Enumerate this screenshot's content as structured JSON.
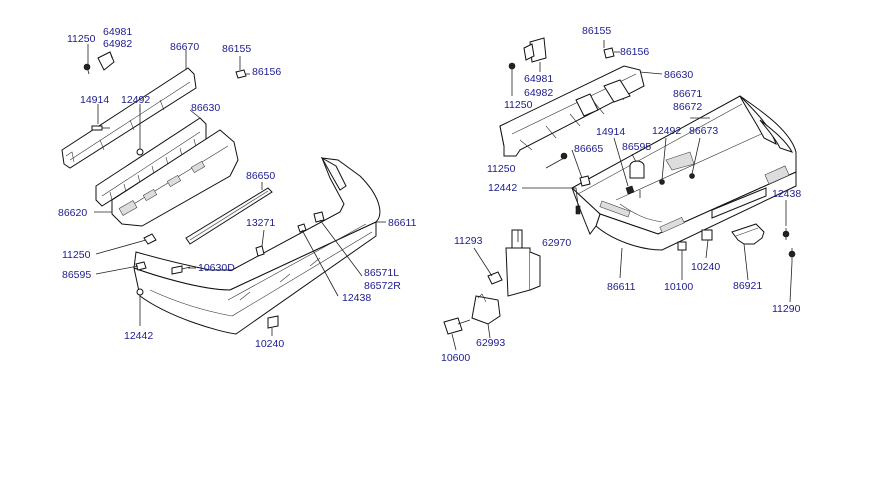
{
  "labels": {
    "l_11250_a": "11250",
    "l_64981_a": "64981",
    "l_64982_a": "64982",
    "l_86670": "86670",
    "l_86155_a": "86155",
    "l_86156_a": "86156",
    "l_14914_a": "14914",
    "l_12492_a": "12492",
    "l_86630_a": "86630",
    "l_86650": "86650",
    "l_86620": "86620",
    "l_13271": "13271",
    "l_86611_a": "86611",
    "l_11250_b": "11250",
    "l_86595_a": "86595",
    "l_10630D": "10630D",
    "l_86571L": "86571L",
    "l_86572R": "86572R",
    "l_12438_a": "12438",
    "l_12442_a": "12442",
    "l_10240_a": "10240",
    "l_86155_b": "86155",
    "l_86156_b": "86156",
    "l_64981_b": "64981",
    "l_64982_b": "64982",
    "l_86630_b": "86630",
    "l_11250_c": "11250",
    "l_86671": "86671",
    "l_86672": "86672",
    "l_14914_b": "14914",
    "l_12492_b": "12492",
    "l_86673": "86673",
    "l_11250_d": "11250",
    "l_86665": "86665",
    "l_86595_b": "86595",
    "l_12442_b": "12442",
    "l_12438_b": "12438",
    "l_11293": "11293",
    "l_62970": "62970",
    "l_86611_b": "86611",
    "l_10240_b": "10240",
    "l_10100": "10100",
    "l_86921": "86921",
    "l_11290": "11290",
    "l_10600": "10600",
    "l_62993": "62993"
  }
}
